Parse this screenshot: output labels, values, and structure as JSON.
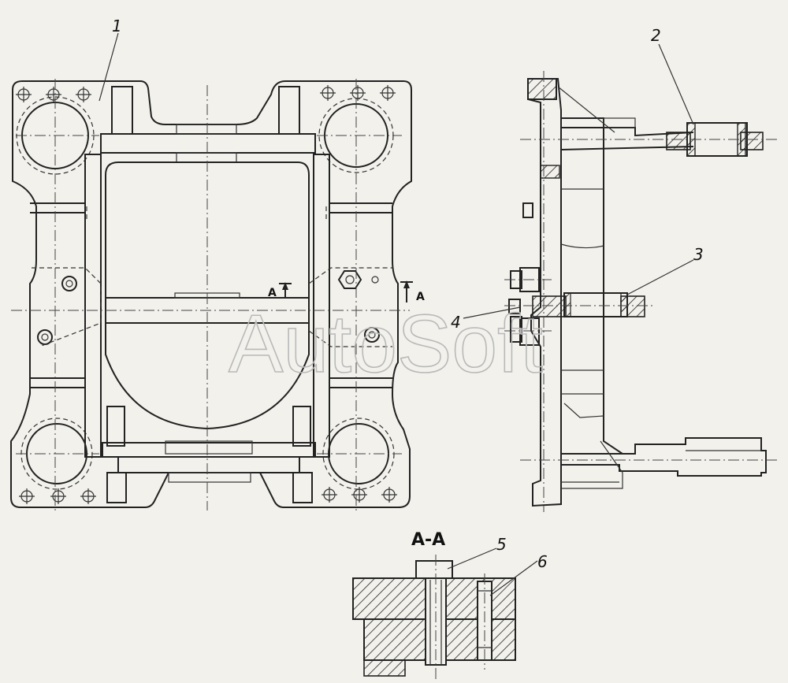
{
  "callouts": {
    "c1": "1",
    "c2": "2",
    "c3": "3",
    "c4": "4",
    "c5": "5",
    "c6": "6"
  },
  "section_marks": {
    "left": "A",
    "right": "A"
  },
  "section_title": "A-A",
  "watermark": "AutoSoft",
  "colors": {
    "paper": "#f2f1ec",
    "ink": "#222222",
    "watermark": "#b9b9b9"
  }
}
